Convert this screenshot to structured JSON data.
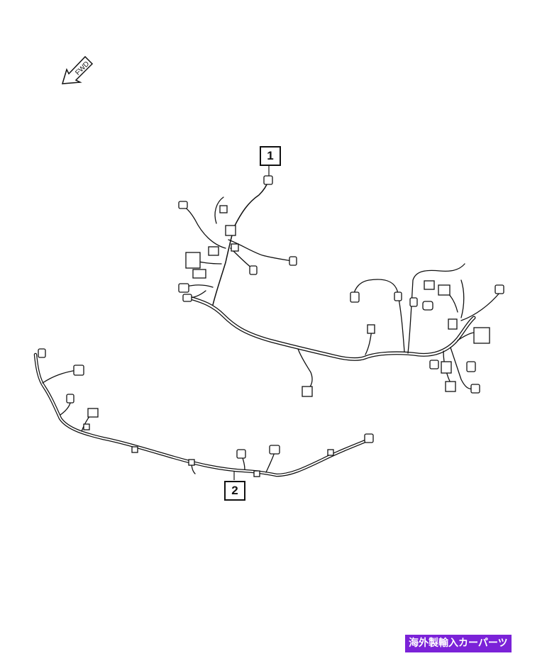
{
  "diagram": {
    "forward_label": "FWD",
    "callouts": [
      {
        "id": "1",
        "label": "1"
      },
      {
        "id": "2",
        "label": "2"
      }
    ],
    "line_color": "#111111"
  },
  "badge": {
    "text": "海外製輸入カーパーツ",
    "background": "#7b22d8",
    "color": "#ffffff"
  }
}
